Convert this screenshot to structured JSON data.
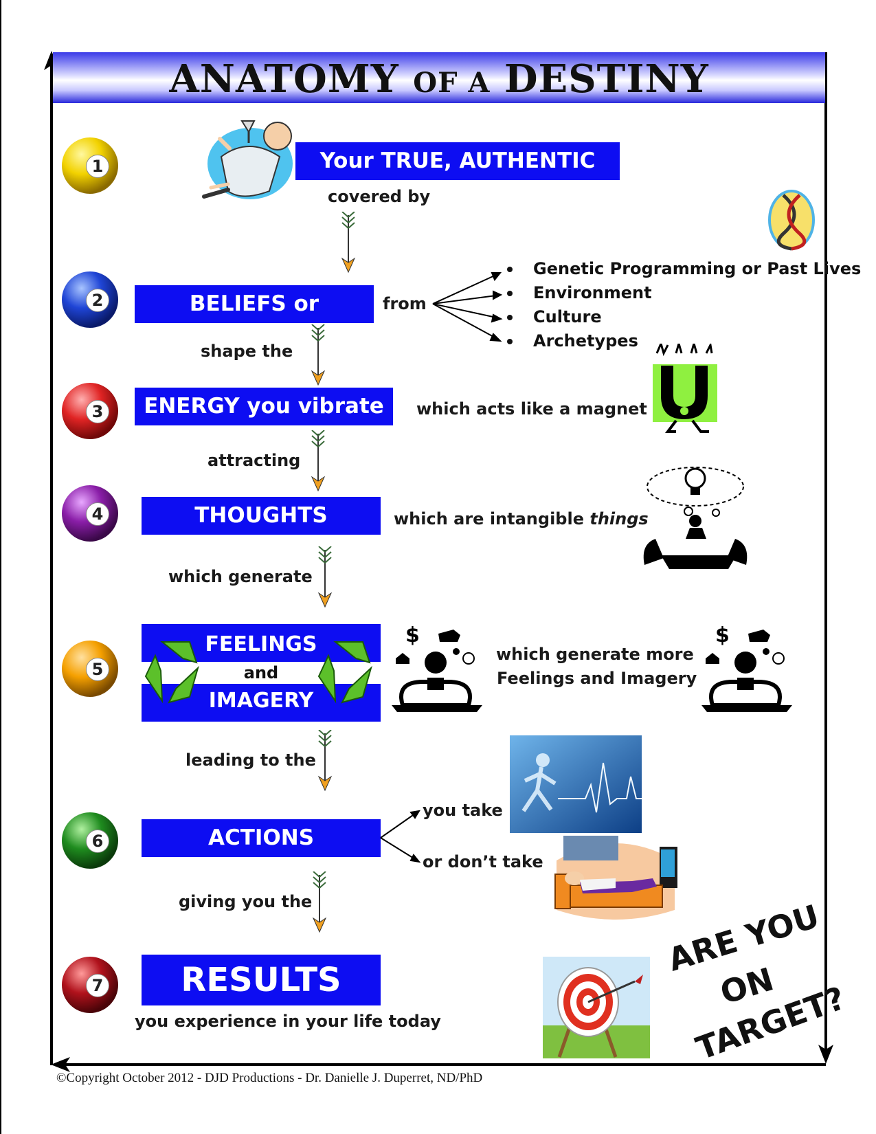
{
  "title": {
    "part1": "ANATOMY",
    "part2": "OF A",
    "part3": "DESTINY"
  },
  "steps": [
    {
      "number": "1",
      "box": "Your TRUE, AUTHENTIC SELF",
      "ball_color": "#f2d200"
    },
    {
      "number": "2",
      "box": "BELIEFS or Programs",
      "ball_color": "#1f45d6"
    },
    {
      "number": "3",
      "box": "ENERGY you vibrate at",
      "ball_color": "#e02424"
    },
    {
      "number": "4",
      "box": "THOUGHTS",
      "ball_color": "#8a1ea8"
    },
    {
      "number": "5",
      "box_line1": "FEELINGS",
      "box_line2": "and",
      "box_line3": "IMAGERY",
      "ball_color": "#f5a000"
    },
    {
      "number": "6",
      "box": "ACTIONS",
      "ball_color": "#1f8c1f"
    },
    {
      "number": "7",
      "box": "RESULTS",
      "ball_color": "#b0121c"
    }
  ],
  "connectors": {
    "covered_by": "covered by",
    "shape_the": "shape the",
    "attracting": "attracting",
    "which_generate": "which generate",
    "leading_to_the": "leading to the",
    "giving_you_the": "giving you the",
    "you_experience": "you experience in your life today"
  },
  "side_text": {
    "from": "from",
    "magnet": "which acts like a magnet",
    "intangible": "which are intangible",
    "intangible_italic": "things",
    "generate_more_1": "which generate more",
    "generate_more_2": "Feelings and Imagery",
    "you_take": "you take",
    "dont_take": "or don’t take"
  },
  "sources": [
    "Genetic Programming or Past Lives",
    "Environment",
    "Culture",
    "Archetypes"
  ],
  "target_text": {
    "line1": "ARE YOU",
    "line2": "ON",
    "line3": "TARGET?"
  },
  "copyright": "©Copyright October 2012 - DJD Productions - Dr. Danielle J. Duperret, ND/PhD",
  "colors": {
    "box_blue": "#0d0df2",
    "arrow_fill": "#f0a020"
  }
}
